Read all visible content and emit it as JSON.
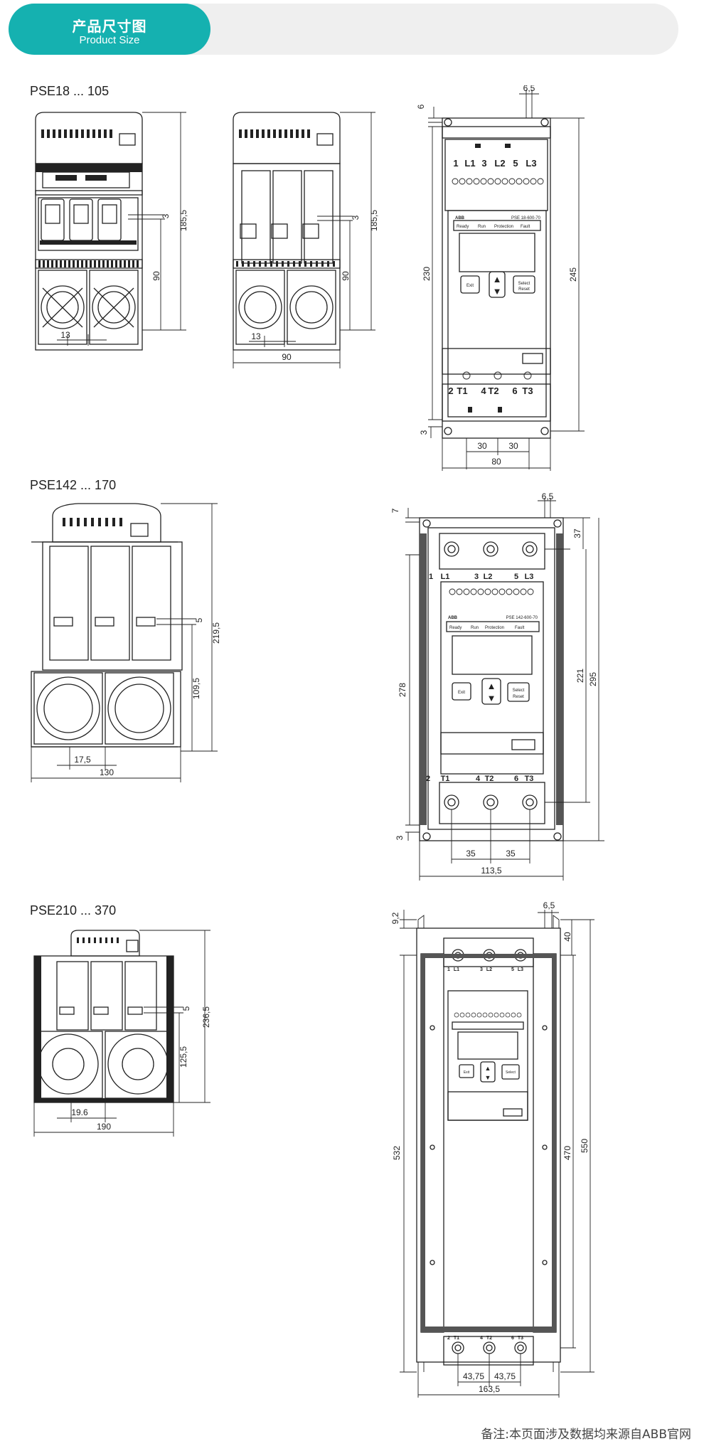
{
  "header": {
    "title_zh": "产品尺寸图",
    "title_en": "Product Size"
  },
  "sections": [
    {
      "title": "PSE18 ... 105",
      "front": {
        "d_3": "3",
        "d_185_5": "185,5",
        "d_90": "90",
        "d_13": "13"
      },
      "covered": {
        "d_3": "3",
        "d_185_5": "185,5",
        "d_90_h": "90",
        "d_13": "13",
        "d_90_w": "90"
      },
      "side": {
        "d_6_5": "6,5",
        "d_6": "6",
        "d_230": "230",
        "d_245": "245",
        "d_3": "3",
        "d_30a": "30",
        "d_30b": "30",
        "d_80": "80",
        "top_terminals": [
          "1",
          "L1",
          "3",
          "L2",
          "5",
          "L3"
        ],
        "bottom_terminals": [
          "2",
          "T1",
          "4",
          "T2",
          "6",
          "T3"
        ],
        "hmi": {
          "brand": "ABB",
          "model": "PSE 18-600-70",
          "leds": [
            "Ready",
            "Run",
            "Protection",
            "Fault"
          ],
          "btn_exit": "Exit",
          "btn_select": "Select",
          "btn_reset": "Reset"
        }
      }
    },
    {
      "title": "PSE142 ... 170",
      "front": {
        "d_5": "5",
        "d_219_5": "219,5",
        "d_109_5": "109,5",
        "d_17_5": "17,5",
        "d_130": "130"
      },
      "side": {
        "d_6_5": "6,5",
        "d_7": "7",
        "d_37": "37",
        "d_278": "278",
        "d_221": "221",
        "d_295": "295",
        "d_3": "3",
        "d_35a": "35",
        "d_35b": "35",
        "d_113_5": "113,5",
        "top_terminals": [
          "1",
          "L1",
          "3",
          "L2",
          "5",
          "L3"
        ],
        "bottom_terminals": [
          "2",
          "T1",
          "4",
          "T2",
          "6",
          "T3"
        ],
        "hmi": {
          "brand": "ABB",
          "model": "PSE 142-600-70",
          "leds": [
            "Ready",
            "Run",
            "Protection",
            "Fault"
          ],
          "btn_exit": "Exit",
          "btn_select": "Select",
          "btn_reset": "Reset"
        }
      }
    },
    {
      "title": "PSE210 ... 370",
      "front": {
        "d_5": "5",
        "d_236_5": "236,5",
        "d_125_5": "125,5",
        "d_19_6": "19.6",
        "d_190": "190"
      },
      "side": {
        "d_6_5": "6,5",
        "d_9_2": "9,2",
        "d_40": "40",
        "d_532": "532",
        "d_470": "470",
        "d_550": "550",
        "d_43_75a": "43,75",
        "d_43_75b": "43,75",
        "d_163_5": "163,5",
        "top_terminals": [
          "1",
          "L1",
          "3",
          "L2",
          "5",
          "L3"
        ],
        "bottom_terminals": [
          "2",
          "T1",
          "4",
          "T2",
          "6",
          "T3"
        ],
        "hmi": {
          "btn_exit": "Exit",
          "btn_select": "Select"
        }
      }
    }
  ],
  "footnote": "备注:本页面涉及数据均来源自ABB官网"
}
